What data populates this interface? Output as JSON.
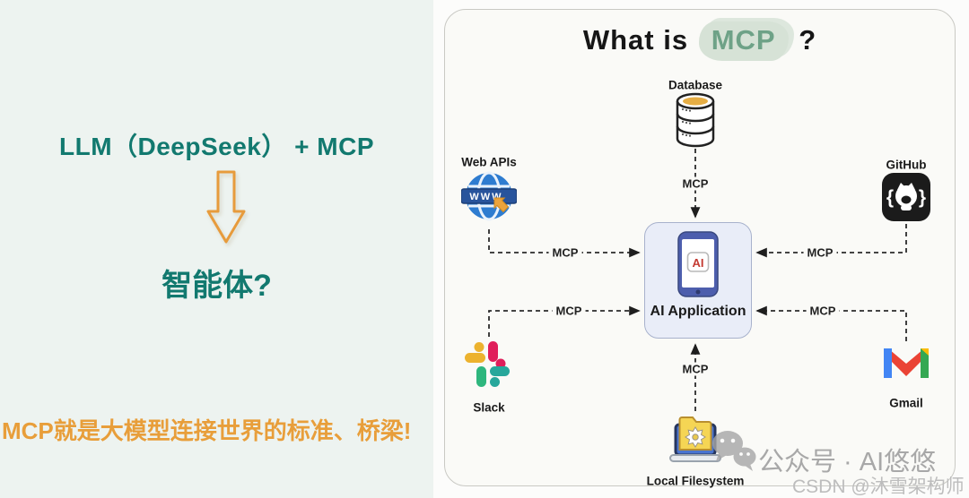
{
  "left_panel": {
    "formula": "LLM（DeepSeek） + MCP",
    "result": "智能体?",
    "tagline": "MCP就是大模型连接世界的标准、桥梁!"
  },
  "diagram": {
    "title": {
      "prefix": "What is",
      "highlight": "MCP",
      "suffix": "?"
    },
    "center_node": {
      "label": "AI Application",
      "phone_badge": "AI",
      "icon": "smartphone-icon"
    },
    "nodes": [
      {
        "id": "database",
        "label": "Database",
        "icon": "database-cylinder-icon"
      },
      {
        "id": "web-apis",
        "label": "Web APIs",
        "icon": "globe-www-cursor-icon",
        "icon_text": "WWW"
      },
      {
        "id": "github",
        "label": "GitHub",
        "icon": "github-octocat-icon",
        "brace_left": "{",
        "brace_right": "}"
      },
      {
        "id": "slack",
        "label": "Slack",
        "icon": "slack-logo-icon"
      },
      {
        "id": "gmail",
        "label": "Gmail",
        "icon": "gmail-m-icon"
      },
      {
        "id": "local-filesystem",
        "label": "Local Filesystem",
        "icon": "laptop-folder-gear-icon"
      }
    ],
    "edges": [
      {
        "from": "Database",
        "to": "AI Application",
        "label": "MCP"
      },
      {
        "from": "Web APIs",
        "to": "AI Application",
        "label": "MCP"
      },
      {
        "from": "GitHub",
        "to": "AI Application",
        "label": "MCP"
      },
      {
        "from": "Slack",
        "to": "AI Application",
        "label": "MCP"
      },
      {
        "from": "Gmail",
        "to": "AI Application",
        "label": "MCP"
      },
      {
        "from": "Local Filesystem",
        "to": "AI Application",
        "label": "MCP"
      }
    ]
  },
  "watermark": {
    "line1": "公众号 · AI悠悠",
    "line2": "CSDN @沐雪架构师",
    "icon": "wechat-bubbles-icon"
  },
  "colors": {
    "left_bg": "#edf3f0",
    "teal_text": "#12796f",
    "orange_accent": "#e89e3a",
    "mcp_green": "#6ea287",
    "mcp_blob": "#d6e2d6",
    "ai_box_bg": "#e9edf8",
    "phone_blue": "#4d5ead",
    "ai_badge_red": "#c43a32",
    "database_top": "#e6ae45",
    "slack_yellow": "#ECB22E",
    "slack_red": "#E01E5A",
    "slack_teal": "#2EB67D",
    "gmail_blue": "#4285F4",
    "gmail_green": "#34A853",
    "gmail_red": "#EA4335",
    "gmail_yellow": "#FBBC04",
    "watermark_gray": "#a8a8a8"
  }
}
